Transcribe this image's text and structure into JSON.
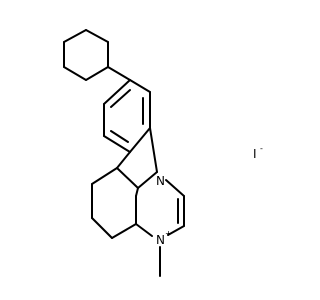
{
  "molecule": {
    "atoms": {
      "nitrogen_ring": "N",
      "nitrogen_cation": "N",
      "cation_charge": "+",
      "methyl": "CH3"
    },
    "counter_ion": {
      "symbol": "I",
      "charge": "-"
    }
  }
}
